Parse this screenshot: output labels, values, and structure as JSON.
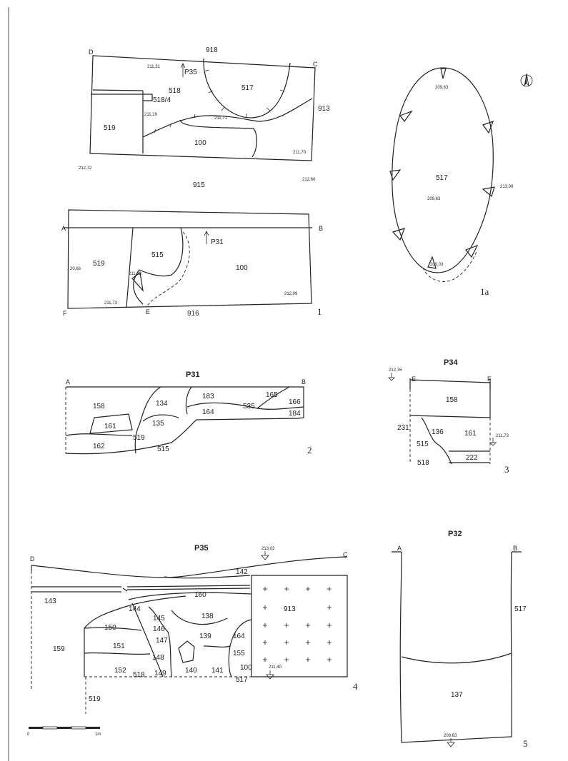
{
  "plan1": {
    "corners": {
      "D": "D",
      "C": "C",
      "A": "A",
      "B": "B",
      "F": "F",
      "E": "E"
    },
    "labels": {
      "l918": "918",
      "l913": "913",
      "l915": "915",
      "l916": "916",
      "l518": "518",
      "l5184": "518/4",
      "l517": "517",
      "l519a": "519",
      "l100a": "100",
      "l515": "515",
      "l519b": "519",
      "l100b": "100",
      "p35": "P35",
      "p31": "P31"
    },
    "elev": {
      "e1": "211,31",
      "e2": "211,29",
      "e3": "211,71",
      "e4": "211,70",
      "e5": "212,72",
      "e6": "212,60",
      "e7": "211,62",
      "e8": "211,73",
      "e9": "212,09",
      "e10": "20,66"
    },
    "fig": "1"
  },
  "plan1a": {
    "labels": {
      "l517": "517"
    },
    "elev": {
      "top": "209,63",
      "mid": "209,63",
      "right": "213,00",
      "bot": "209,03"
    },
    "fig": "1a"
  },
  "p31": {
    "title": "P31",
    "corners": {
      "A": "A",
      "B": "B"
    },
    "labels": {
      "l158": "158",
      "l134": "134",
      "l183": "183",
      "l164": "164",
      "l535": "535",
      "l165": "165",
      "l166": "166",
      "l184": "184",
      "l161": "161",
      "l135": "135",
      "l519": "519",
      "l162": "162",
      "l515": "515"
    },
    "fig": "2"
  },
  "p34": {
    "title": "P34",
    "corners": {
      "E": "E",
      "F": "F"
    },
    "labels": {
      "l158": "158",
      "l231": "231",
      "l136": "136",
      "l161": "161",
      "l515": "515",
      "l518": "518",
      "l222": "222"
    },
    "elev": {
      "top": "212,76",
      "right": "211,73"
    },
    "fig": "3"
  },
  "p35": {
    "title": "P35",
    "corners": {
      "D": "D",
      "C": "C"
    },
    "labels": {
      "l142": "142",
      "l143": "143",
      "l160": "160",
      "l913": "913",
      "l144": "144",
      "l145": "145",
      "l138": "138",
      "l150": "150",
      "l146": "146",
      "l147": "147",
      "l139": "139",
      "l164": "164",
      "l159": "159",
      "l151": "151",
      "l148": "148",
      "l155": "155",
      "l152": "152",
      "l518": "518",
      "l149": "149",
      "l140": "140",
      "l141": "141",
      "l100": "100",
      "l517": "517",
      "l519": "519"
    },
    "elev": {
      "top": "213,03",
      "right": "211,40"
    },
    "fig": "4"
  },
  "p32": {
    "title": "P32",
    "corners": {
      "A": "A",
      "B": "B"
    },
    "labels": {
      "l517": "517",
      "l137": "137"
    },
    "elev": {
      "bot": "209,63"
    },
    "fig": "5"
  },
  "scale": {
    "zero": "0",
    "one": "1m"
  }
}
